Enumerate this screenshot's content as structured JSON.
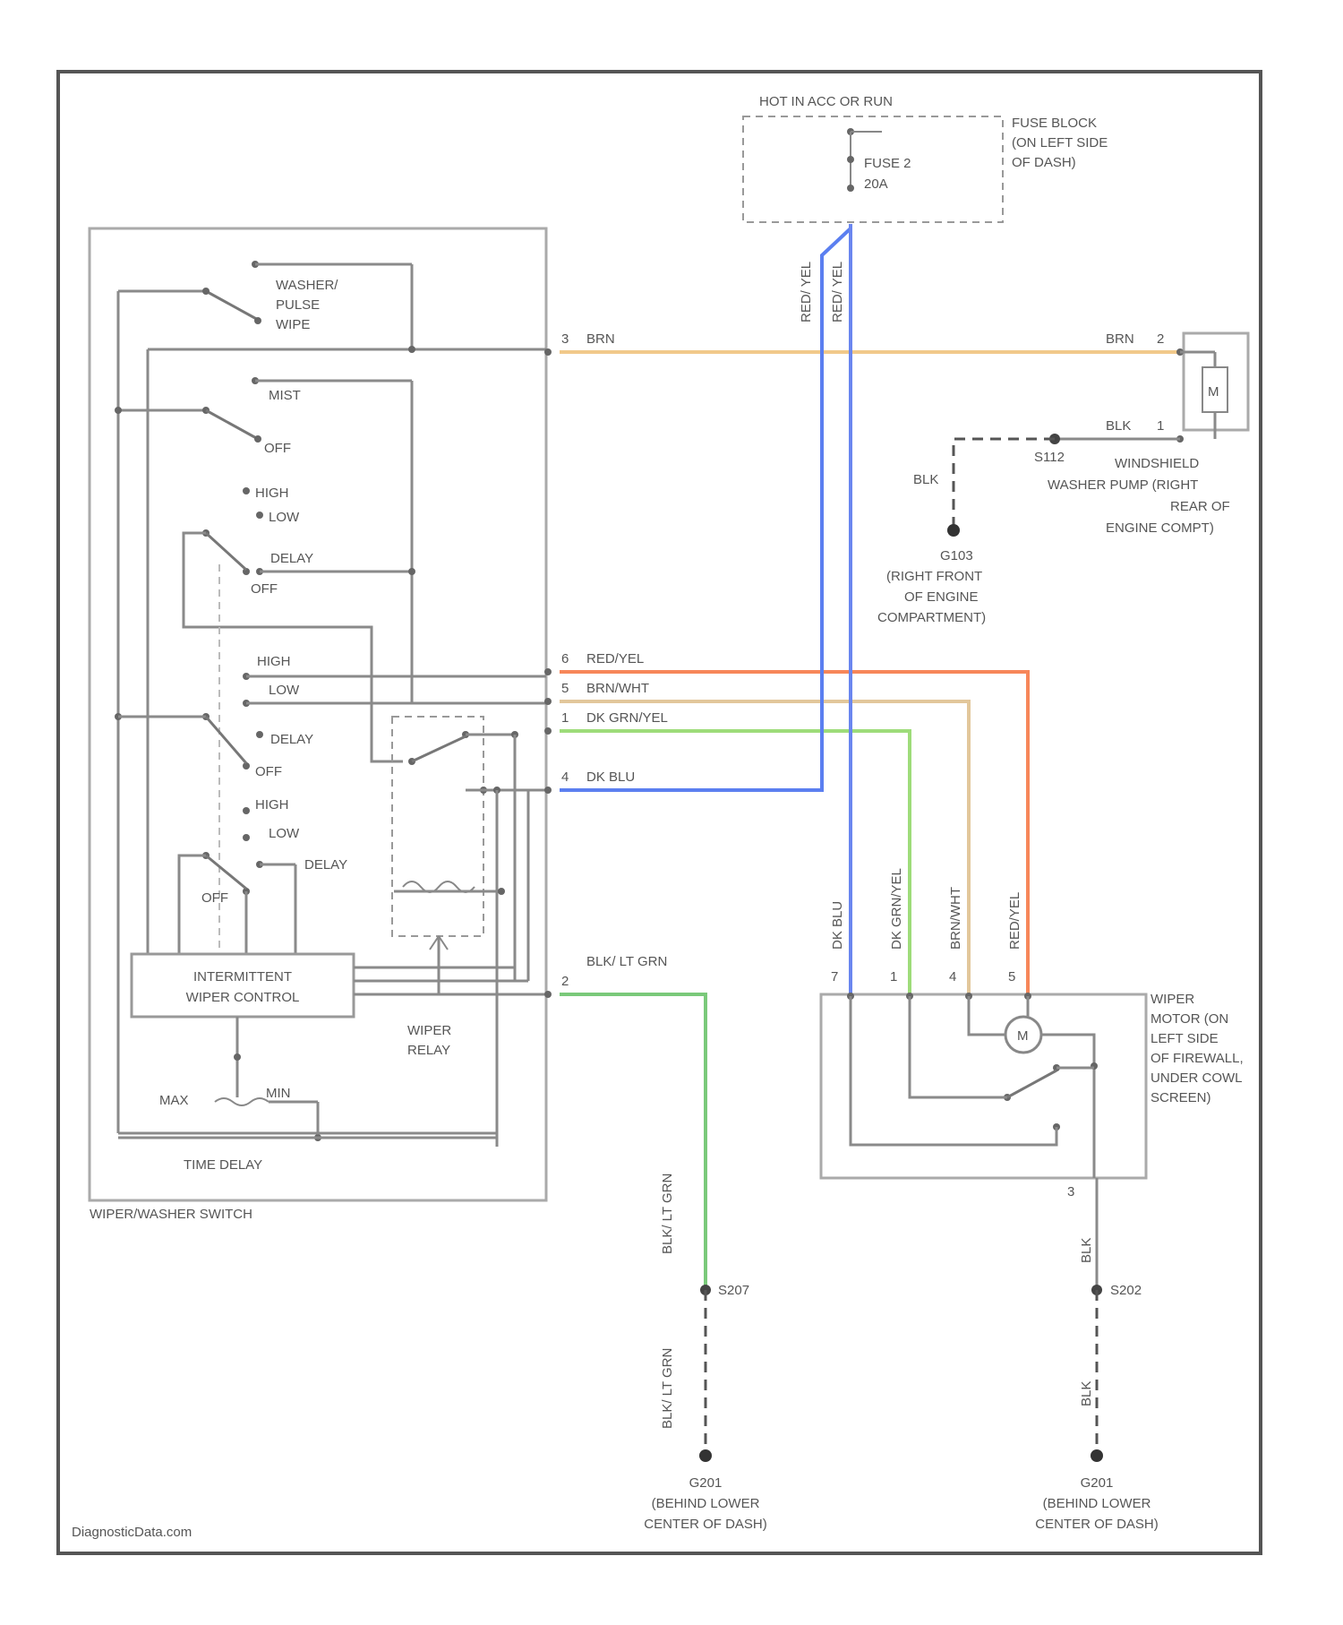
{
  "fuse": {
    "hot_label": "HOT IN ACC OR RUN",
    "name": "FUSE 2",
    "rating": "20A",
    "block_label": [
      "FUSE BLOCK",
      "(ON LEFT SIDE",
      "OF DASH)"
    ]
  },
  "switch": {
    "title": "WIPER/WASHER SWITCH",
    "washer_pulse_wipe": [
      "WASHER/",
      "PULSE",
      "WIPE"
    ],
    "mist": "MIST",
    "off": "OFF",
    "high": "HIGH",
    "low": "LOW",
    "delay": "DELAY",
    "intermittent": [
      "INTERMITTENT",
      "WIPER CONTROL"
    ],
    "wiper_relay": [
      "WIPER",
      "RELAY"
    ],
    "time_delay": "TIME DELAY",
    "max": "MAX",
    "min": "MIN"
  },
  "connectors": [
    {
      "pin": "3",
      "wire": "BRN"
    },
    {
      "pin": "6",
      "wire": "RED/YEL"
    },
    {
      "pin": "5",
      "wire": "BRN/WHT"
    },
    {
      "pin": "1",
      "wire": "DK GRN/YEL"
    },
    {
      "pin": "4",
      "wire": "DK BLU"
    },
    {
      "pin": "2",
      "wire": "BLK/ LT GRN"
    }
  ],
  "fuse_wires": [
    "RED/ YEL",
    "RED/ YEL"
  ],
  "washer_pump": {
    "wire_top": "BRN",
    "pin_top": "2",
    "wire_bottom": "BLK",
    "pin_bottom": "1",
    "splice": "S112",
    "label": [
      "WINDSHIELD",
      "WASHER PUMP (RIGHT",
      "REAR OF",
      "ENGINE COMPT)"
    ]
  },
  "ground_g103": {
    "wire": "BLK",
    "label": [
      "G103",
      "(RIGHT FRONT",
      "OF ENGINE",
      "COMPARTMENT)"
    ]
  },
  "motor": {
    "wires_vertical": [
      "DK BLU",
      "DK GRN/YEL",
      "BRN/WHT",
      "RED/YEL"
    ],
    "pins": [
      "7",
      "1",
      "4",
      "5",
      "3"
    ],
    "label": [
      "WIPER",
      "MOTOR (ON",
      "LEFT SIDE",
      "OF FIREWALL,",
      "UNDER COWL",
      "SCREEN)"
    ],
    "motor_symbol": "M"
  },
  "lower_left": {
    "wire_upper": "BLK/ LT GRN",
    "splice": "S207",
    "wire_lower": "BLK/ LT GRN",
    "ground_label": [
      "G201",
      "(BEHIND LOWER",
      "CENTER OF DASH)"
    ]
  },
  "lower_right": {
    "wire_upper": "BLK",
    "splice": "S202",
    "wire_lower": "BLK",
    "ground_label": [
      "G201",
      "(BEHIND LOWER",
      "CENTER OF DASH)"
    ]
  },
  "pump_symbol": "M",
  "watermark": "DiagnosticData.com",
  "colors": {
    "brn": "#f1c98a",
    "red_yel": "#f7875a",
    "brn_wht": "#e2c79b",
    "dk_grn_yel": "#9edc7a",
    "dk_blu": "#5b7ff0",
    "red_yel_fuse": "#6a86ef",
    "blk_lt_grn": "#7ac97a"
  }
}
